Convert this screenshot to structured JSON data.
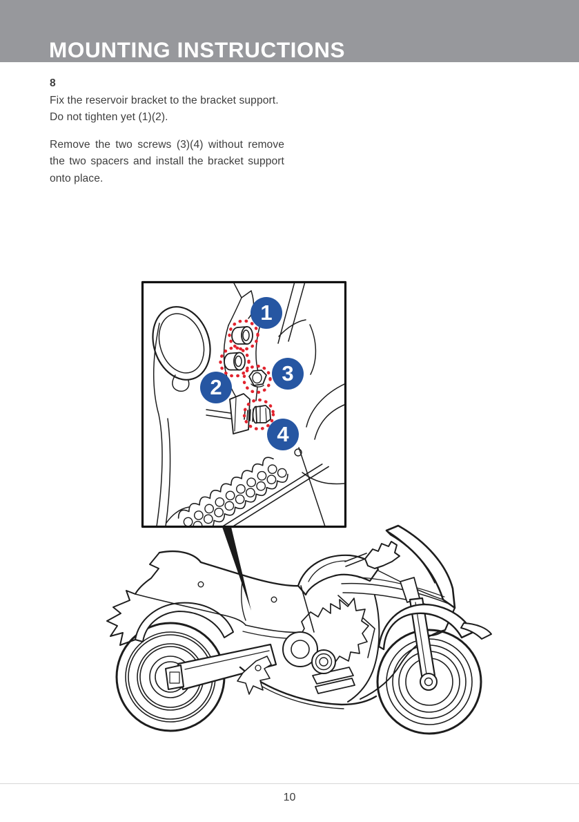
{
  "header": {
    "title": "MOUNTING INSTRUCTIONS"
  },
  "content": {
    "step_number": "8",
    "paragraph1": {
      "line1": "Fix the reservoir bracket to the bracket support.",
      "line2": "Do not tighten yet (1)(2)."
    },
    "paragraph2": {
      "line1": "Remove the two screws (3)(4) without remove",
      "line2": "the two spacers and install the bracket support",
      "line3": "onto place."
    }
  },
  "figure": {
    "description": "Detail box with four numbered callouts pointing to screws on a motorcycle subframe, connected by a pointer wedge to a sport motorcycle line drawing",
    "callouts": [
      {
        "label": "1"
      },
      {
        "label": "2"
      },
      {
        "label": "3"
      },
      {
        "label": "4"
      }
    ]
  },
  "footer": {
    "page_number": "10"
  },
  "colors": {
    "header_gray": "#97989c",
    "callout_blue": "#2656a2",
    "dotted_red": "#e2232e",
    "line_art_ink": "#1d1d1d",
    "body_text": "#3d3d3d"
  }
}
